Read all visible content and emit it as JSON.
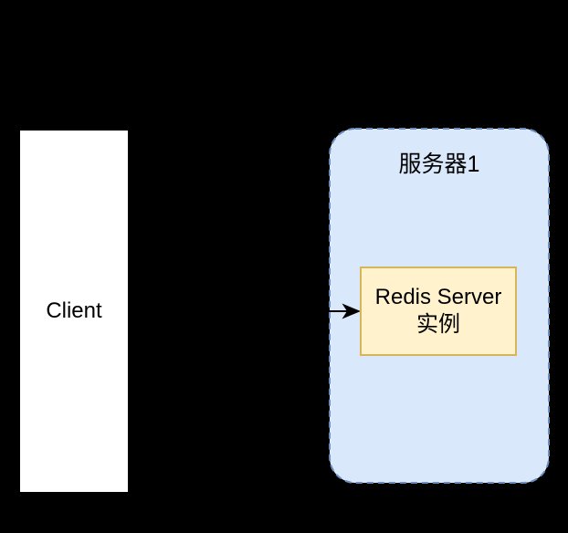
{
  "diagram": {
    "client": {
      "label": "Client"
    },
    "server": {
      "title": "服务器1"
    },
    "redis": {
      "label_line1": "Redis Server",
      "label_line2": "实例"
    },
    "colors": {
      "background": "#000000",
      "client-fill": "#ffffff",
      "server-fill": "#dae8fc",
      "server-stroke": "#6c8ebf",
      "redis-fill": "#fff2cc",
      "redis-stroke": "#d6b656",
      "arrow": "#000000",
      "text": "#000000"
    }
  }
}
